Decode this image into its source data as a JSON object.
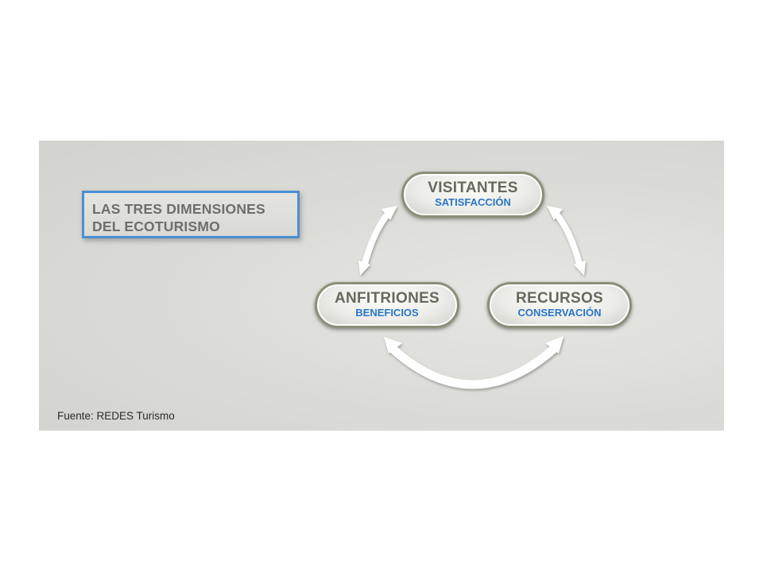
{
  "diagram": {
    "title_lines": [
      "LAS TRES DIMENSIONES",
      "DEL ECOTURISMO"
    ],
    "nodes": [
      {
        "id": "visitantes",
        "label": "VISITANTES",
        "sublabel": "SATISFACCIÓN"
      },
      {
        "id": "anfitriones",
        "label": "ANFITRIONES",
        "sublabel": "BENEFICIOS"
      },
      {
        "id": "recursos",
        "label": "RECURSOS",
        "sublabel": "CONSERVACIÓN"
      }
    ],
    "connections": [
      {
        "from": "visitantes",
        "to": "anfitriones",
        "bidirectional": true
      },
      {
        "from": "visitantes",
        "to": "recursos",
        "bidirectional": true
      },
      {
        "from": "anfitriones",
        "to": "recursos",
        "bidirectional": true
      }
    ],
    "source": "Fuente: REDES Turismo",
    "colors": {
      "title_border": "#4a8fd2",
      "title_text": "#6e6e6a",
      "node_border": "#8a8f78",
      "node_label": "#666a5b",
      "node_sublabel": "#2a76c4",
      "panel_background": "#dcdcd8",
      "arrow": "#ffffff"
    }
  }
}
